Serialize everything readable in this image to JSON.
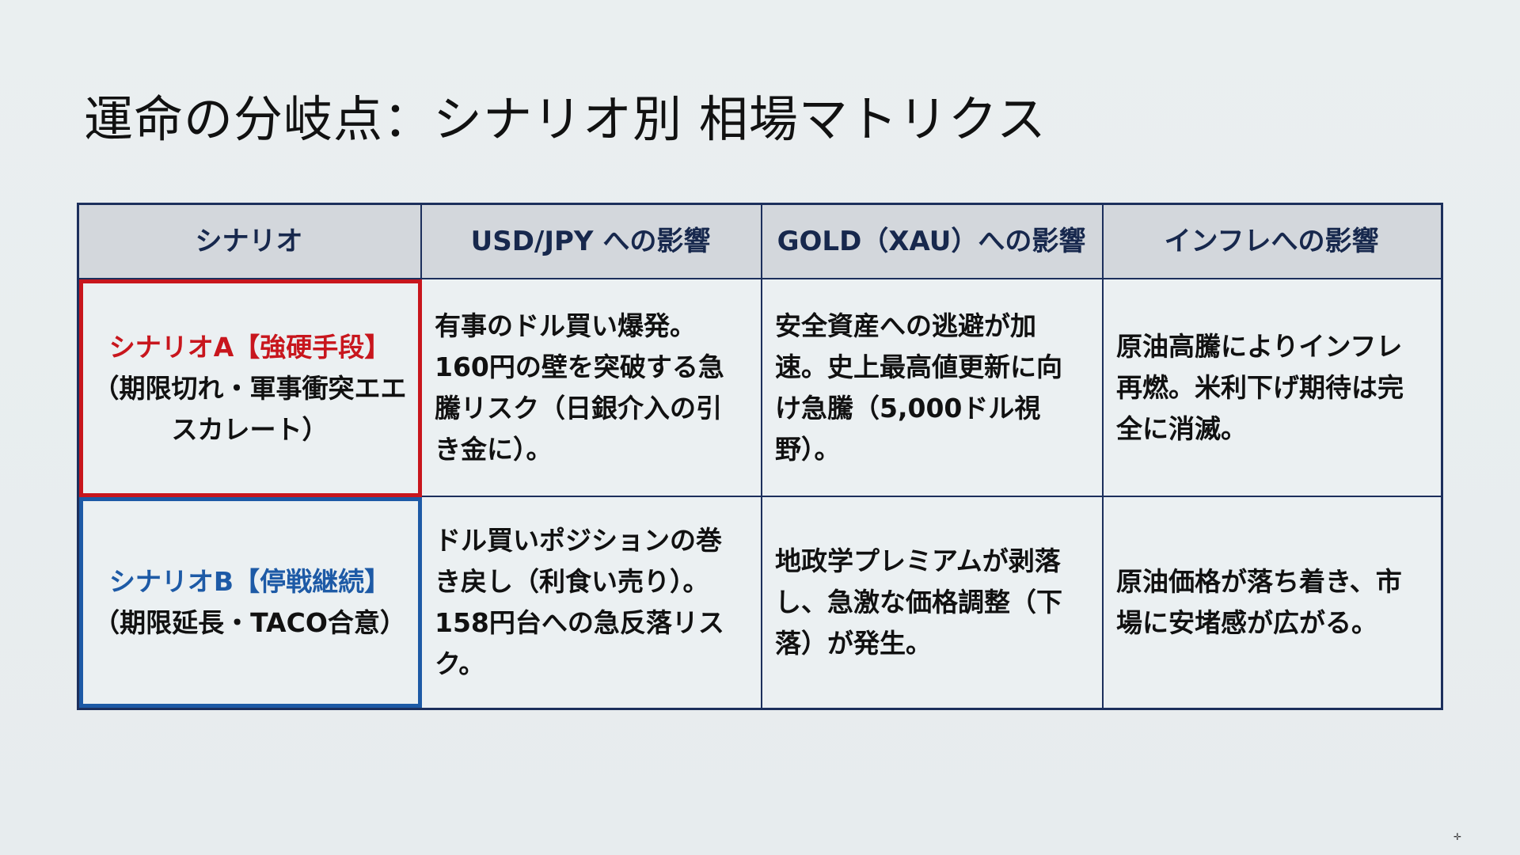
{
  "slide": {
    "title": "運命の分岐点：シナリオ別 相場マトリクス"
  },
  "colors": {
    "background": "#e8edee",
    "table_border": "#1c2f5c",
    "header_bg": "#d3d7dc",
    "scenario_a_accent": "#c8161d",
    "scenario_b_accent": "#1d5aa6"
  },
  "table": {
    "headers": [
      "シナリオ",
      "USD/JPY への影響",
      "GOLD（XAU）への影響",
      "インフレへの影響"
    ],
    "rows": [
      {
        "scenario_title": "シナリオA【強硬手段】",
        "scenario_subtitle": "（期限切れ・軍事衝突エエスカレート）",
        "usdjpy": "有事のドル買い爆発。160円の壁を突破する急騰リスク（日銀介入の引き金に）。",
        "gold": "安全資産への逃避が加速。史上最高値更新に向け急騰（5,000ドル視野）。",
        "inflation": "原油高騰によりインフレ再燃。米利下げ期待は完全に消滅。"
      },
      {
        "scenario_title": "シナリオB【停戦継続】",
        "scenario_subtitle": "（期限延長・TACO合意）",
        "usdjpy": "ドル買いポジションの巻き戻し（利食い売り）。158円台への急反落リスク。",
        "gold": "地政学プレミアムが剥落し、急激な価格調整（下落）が発生。",
        "inflation": "原油価格が落ち着き、市場に安堵感が広がる。"
      }
    ]
  }
}
